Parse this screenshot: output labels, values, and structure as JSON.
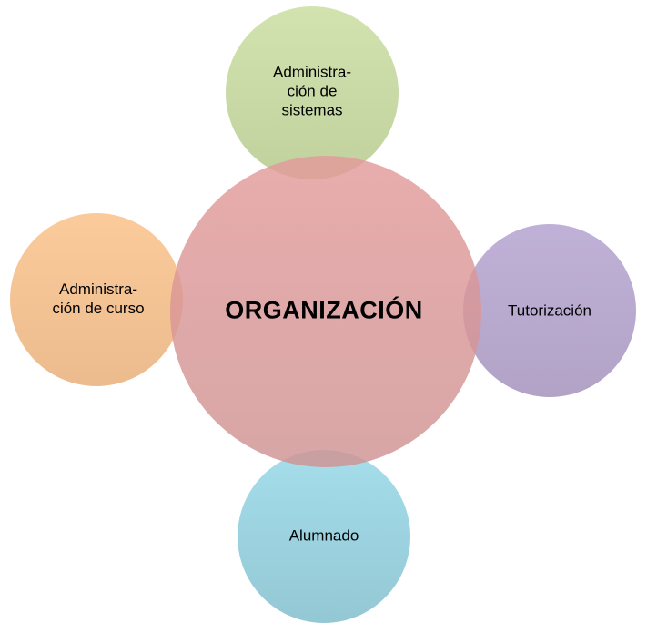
{
  "center": {
    "label": "ORGANIZACIÓN",
    "color": "#e39a9a"
  },
  "nodes": [
    {
      "id": "top",
      "line1": "Administra-",
      "line2": "ción de",
      "line3": "sistemas",
      "color": "#c4d99c"
    },
    {
      "id": "left",
      "line1": "Administra-",
      "line2": "ción de curso",
      "color": "#f8bf88"
    },
    {
      "id": "right",
      "line1": "Tutorización",
      "color": "#b3a2cd"
    },
    {
      "id": "bottom",
      "line1": "Alumnado",
      "color": "#94d4e4"
    }
  ]
}
